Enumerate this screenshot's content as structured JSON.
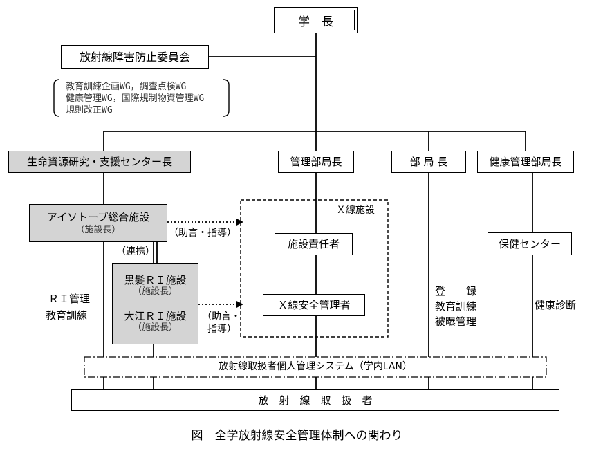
{
  "president": "学　長",
  "committee": "放射線障害防止委員会",
  "working_groups": [
    "教育訓練企画WG，調査点検WG",
    "健康管理WG，国際規制物資管理WG",
    "規則改正WG"
  ],
  "heads": {
    "life_science_center": "生命資源研究・支援センター長",
    "admin": "管理部局長",
    "department": "部 局 長",
    "health": "健康管理部局長"
  },
  "isotope_facility": {
    "name": "アイソトープ総合施設",
    "sub": "（施設長）"
  },
  "kurokami": {
    "name": "黒髪ＲＩ施設",
    "sub": "（施設長）"
  },
  "oe": {
    "name": "大江ＲＩ施設",
    "sub": "（施設長）"
  },
  "cooperation": "（連携）",
  "advice_1": "（助言・指導）",
  "advice_2": [
    "（助言・",
    "指導）"
  ],
  "xray": {
    "label": "Ｘ線施設",
    "facility_manager": "施設責任者",
    "safety_manager": "Ｘ線安全管理者"
  },
  "health_center": "保健センター",
  "ri_duties": [
    "ＲＩ管理",
    "教育訓練"
  ],
  "dept_duties": [
    "登　　録",
    "教育訓練",
    "被曝管理"
  ],
  "health_duty": "健康診断",
  "system": "放射線取扱者個人管理システム（学内LAN）",
  "workers": "放　射　線　取　扱　者",
  "caption": "図　全学放射線安全管理体制への関わり"
}
